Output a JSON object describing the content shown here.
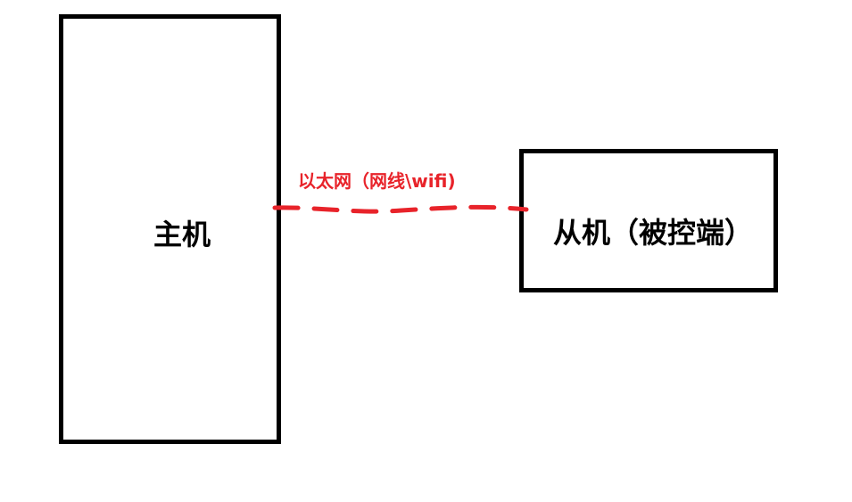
{
  "diagram": {
    "host": {
      "label": "主机"
    },
    "slave": {
      "label": "从机（被控端）"
    },
    "connection": {
      "label": "以太网（网线\\wifi)",
      "color": "#e8232a",
      "style": "dashed"
    }
  }
}
